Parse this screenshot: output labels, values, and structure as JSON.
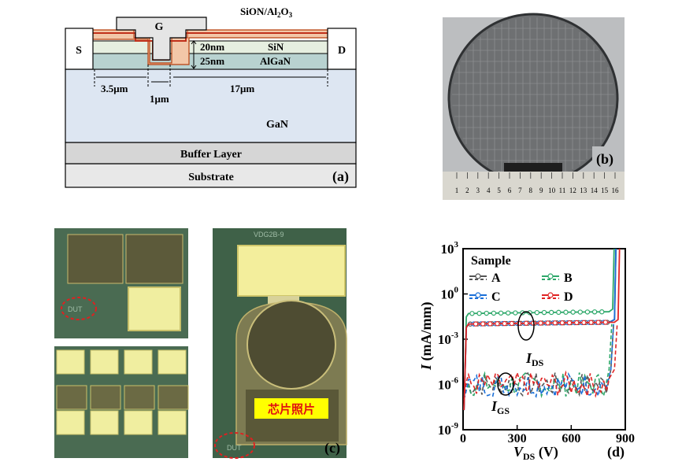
{
  "panel_a": {
    "layers": {
      "passivation": "SiON/Al",
      "passivation_sub": "2",
      "passivation_mid": "O",
      "passivation_sub2": "3",
      "sin": "SiN",
      "algan": "AlGaN",
      "gan": "GaN",
      "buffer": "Buffer Layer",
      "substrate": "Substrate"
    },
    "electrodes": {
      "gate": "G",
      "source": "S",
      "drain": "D"
    },
    "thickness": {
      "sin": "20nm",
      "algan": "25nm"
    },
    "dims": {
      "lgs": "3.5μm",
      "lg": "1μm",
      "lgd": "17μm"
    },
    "label": "(a)"
  },
  "panel_b": {
    "label": "(b)",
    "ruler_ticks": [
      "1",
      "2",
      "3",
      "4",
      "5",
      "6",
      "7",
      "8",
      "9",
      "10",
      "11",
      "12",
      "13",
      "14",
      "15",
      "16"
    ]
  },
  "panel_c": {
    "label": "(c)",
    "chip_label": "芯片照片",
    "dut_text": "DUT",
    "chip_code": "VDG2B-9"
  },
  "panel_d": {
    "label": "(d)",
    "legend_title": "Sample",
    "ids_label": "I",
    "ids_sub": "DS",
    "igs_label": "I",
    "igs_sub": "GS",
    "colors": {
      "A": "#555555",
      "B": "#2ea86a",
      "C": "#1a6fd8",
      "D": "#e02424"
    },
    "chart_data": {
      "type": "line",
      "xlabel": "V_DS (V)",
      "ylabel": "I (mA/mm)",
      "yscale": "log",
      "xlim": [
        0,
        900
      ],
      "ylim": [
        1e-09,
        1000.0
      ],
      "xticks": [
        "0",
        "300",
        "600",
        "900"
      ],
      "yticks": [
        "10^-9",
        "10^-6",
        "10^-3",
        "10^0",
        "10^3"
      ],
      "series": [
        {
          "name": "A",
          "ids_level": 0.01,
          "breakdown": 840
        },
        {
          "name": "B",
          "ids_level": 0.05,
          "breakdown": 830
        },
        {
          "name": "C",
          "ids_level": 0.01,
          "breakdown": 840
        },
        {
          "name": "D",
          "ids_level": 0.01,
          "breakdown": 860
        }
      ]
    }
  }
}
